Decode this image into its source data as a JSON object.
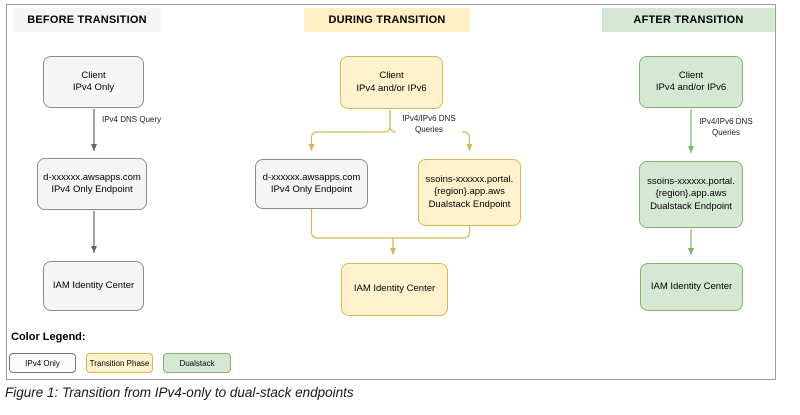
{
  "figure": {
    "caption": "Figure 1: Transition from IPv4-only to dual-stack endpoints"
  },
  "columns": {
    "before": {
      "header": "BEFORE TRANSITION",
      "client": "Client\nIPv4 Only",
      "dns_label": "IPv4 DNS Query",
      "endpoint": "d-xxxxxx.awsapps.com\nIPv4 Only Endpoint",
      "iam": "IAM Identity Center"
    },
    "during": {
      "header": "DURING TRANSITION",
      "client": "Client\nIPv4 and/or IPv6",
      "dns_label": "IPv4/IPv6 DNS\nQueries",
      "endpoint_ipv4": "d-xxxxxx.awsapps.com\nIPv4 Only Endpoint",
      "endpoint_dualstack": "ssoins-xxxxxx.portal.\n{region}.app.aws\nDualstack Endpoint",
      "iam": "IAM Identity Center"
    },
    "after": {
      "header": "AFTER TRANSITION",
      "client": "Client\nIPv4 and/or IPv6",
      "dns_label": "IPv4/IPv6 DNS\nQueries",
      "endpoint_dualstack": "ssoins-xxxxxx.portal.\n{region}.app.aws\nDualstack Endpoint",
      "iam": "IAM Identity Center"
    }
  },
  "legend": {
    "title": "Color Legend:",
    "items": [
      {
        "label": "IPv4 Only",
        "fill": "#fafafa",
        "border": "#777777"
      },
      {
        "label": "Transition Phase",
        "fill": "#fff2cc",
        "border": "#d6b656"
      },
      {
        "label": "Dualstack",
        "fill": "#d5e8d4",
        "border": "#82b366"
      }
    ]
  },
  "colors": {
    "ipv4_fill": "#f5f5f5",
    "ipv4_border": "#8c8c8c",
    "transition_fill": "#fff2cc",
    "transition_border": "#d6b656",
    "dualstack_fill": "#d5e8d4",
    "dualstack_border": "#82b366",
    "arrow_gray": "#666666",
    "arrow_yellow": "#d6b656",
    "arrow_green": "#82b366",
    "header_during_fill": "#ffefc4",
    "frame_border": "#9c9c9c"
  }
}
